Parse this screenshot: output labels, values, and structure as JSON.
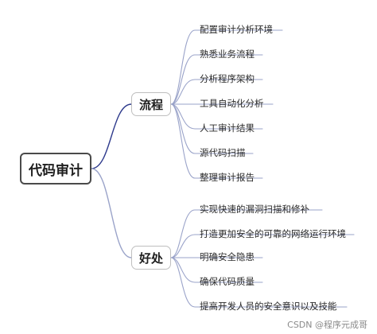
{
  "mindmap": {
    "root": "代码审计",
    "branches": [
      {
        "label": "流程",
        "items": [
          "配置审计分析环境",
          "熟悉业务流程",
          "分析程序架构",
          "工具自动化分析",
          "人工审计结果",
          "源代码扫描",
          "整理审计报告"
        ]
      },
      {
        "label": "好处",
        "items": [
          "实现快速的漏洞扫描和修补",
          "打造更加安全的可靠的网络运行环境",
          "明确安全隐患",
          "确保代码质量",
          "提高开发人员的安全意识以及技能"
        ]
      }
    ]
  },
  "watermark": "CSDN @程序元成哥",
  "colors": {
    "root_border": "#4a4a4a",
    "branch_border": "#bfbfbf",
    "link_main": "#2e3a8c",
    "link_sub": "#9aa3c9"
  }
}
